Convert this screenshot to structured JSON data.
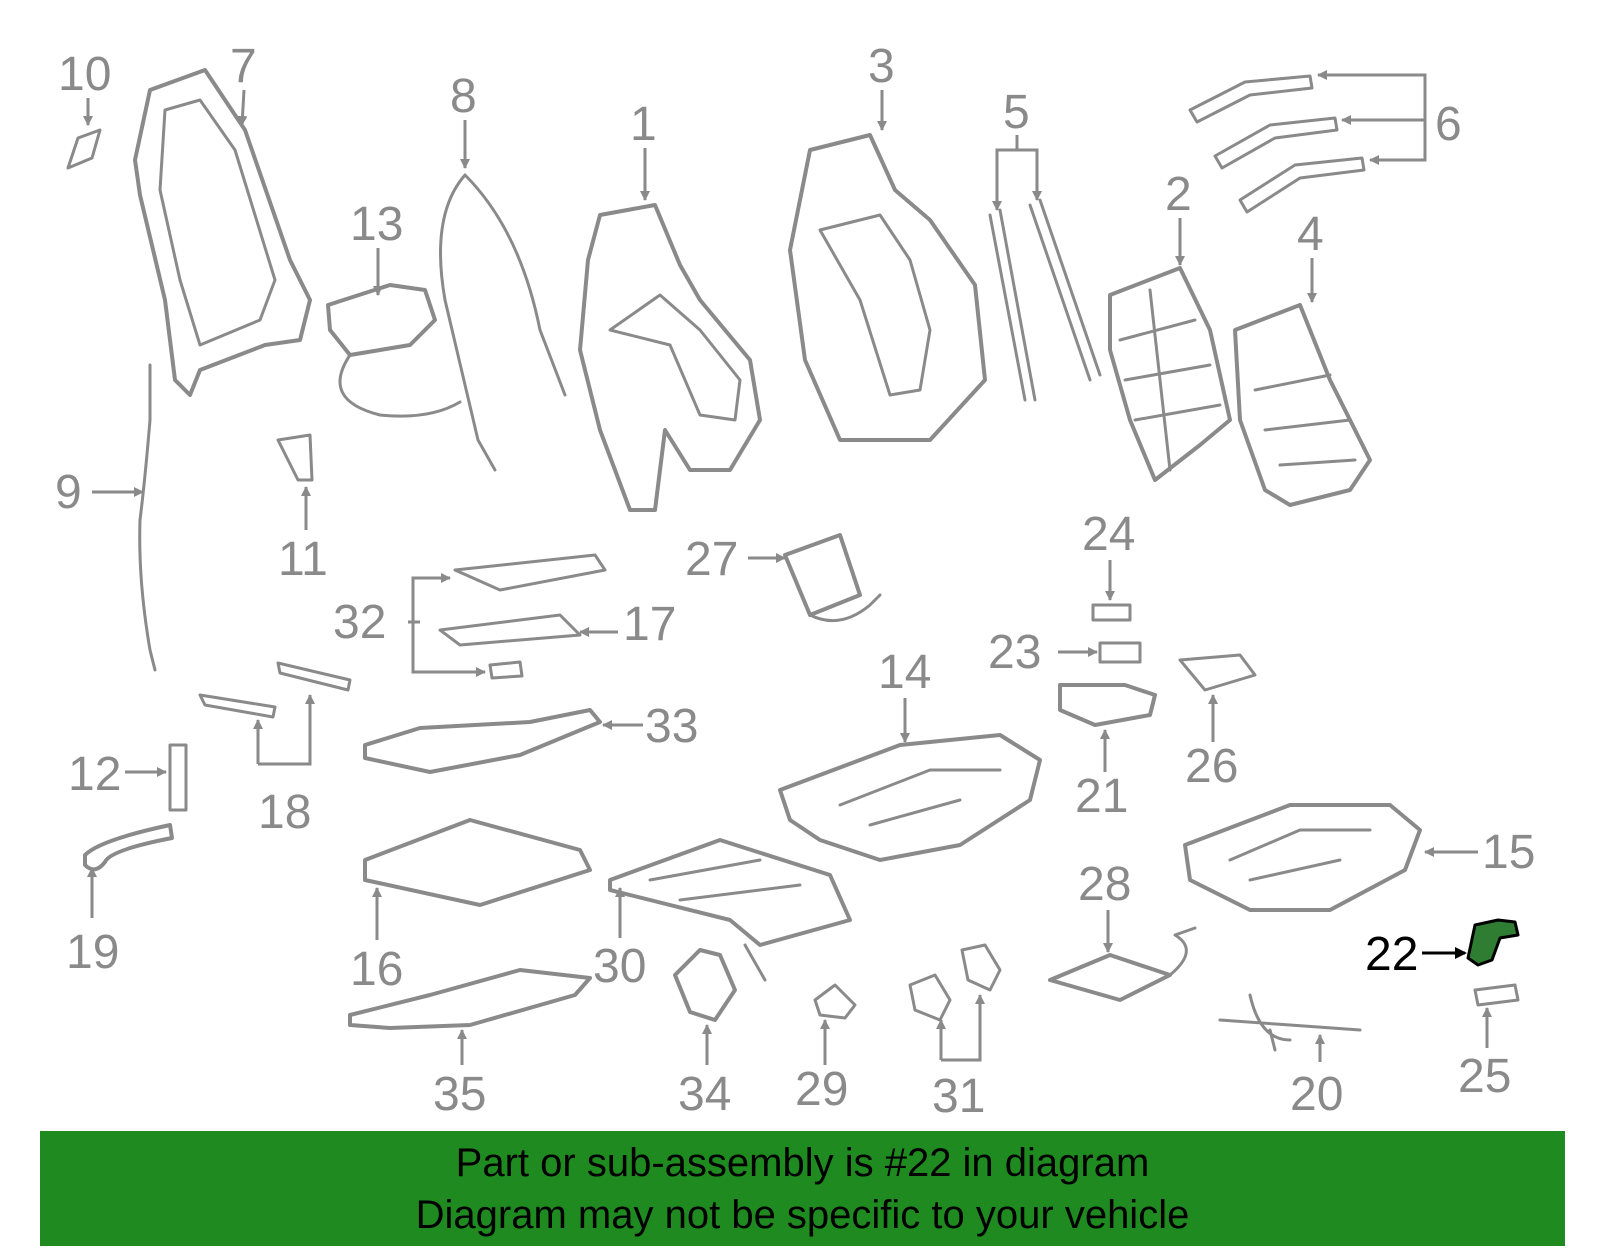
{
  "diagram": {
    "callouts": [
      {
        "label": "10",
        "highlight": false
      },
      {
        "label": "7",
        "highlight": false
      },
      {
        "label": "8",
        "highlight": false
      },
      {
        "label": "13",
        "highlight": false
      },
      {
        "label": "1",
        "highlight": false
      },
      {
        "label": "3",
        "highlight": false
      },
      {
        "label": "5",
        "highlight": false
      },
      {
        "label": "6",
        "highlight": false
      },
      {
        "label": "2",
        "highlight": false
      },
      {
        "label": "4",
        "highlight": false
      },
      {
        "label": "9",
        "highlight": false
      },
      {
        "label": "11",
        "highlight": false
      },
      {
        "label": "27",
        "highlight": false
      },
      {
        "label": "24",
        "highlight": false
      },
      {
        "label": "32",
        "highlight": false
      },
      {
        "label": "17",
        "highlight": false
      },
      {
        "label": "23",
        "highlight": false
      },
      {
        "label": "14",
        "highlight": false
      },
      {
        "label": "26",
        "highlight": false
      },
      {
        "label": "33",
        "highlight": false
      },
      {
        "label": "21",
        "highlight": false
      },
      {
        "label": "12",
        "highlight": false
      },
      {
        "label": "18",
        "highlight": false
      },
      {
        "label": "15",
        "highlight": false
      },
      {
        "label": "28",
        "highlight": false
      },
      {
        "label": "19",
        "highlight": false
      },
      {
        "label": "16",
        "highlight": false
      },
      {
        "label": "30",
        "highlight": false
      },
      {
        "label": "22",
        "highlight": true
      },
      {
        "label": "25",
        "highlight": false
      },
      {
        "label": "35",
        "highlight": false
      },
      {
        "label": "34",
        "highlight": false
      },
      {
        "label": "29",
        "highlight": false
      },
      {
        "label": "31",
        "highlight": false
      },
      {
        "label": "20",
        "highlight": false
      }
    ]
  },
  "banner": {
    "line1": "Part or sub-assembly is #22 in diagram",
    "line2": "Diagram may not be specific to your vehicle"
  },
  "colors": {
    "part_line": "#8a8a8a",
    "label_text": "#8a8a8a",
    "highlight_part": "#2e7d32",
    "highlight_label": "#000000",
    "banner_bg": "#1f8a1f",
    "banner_text": "#000000"
  }
}
